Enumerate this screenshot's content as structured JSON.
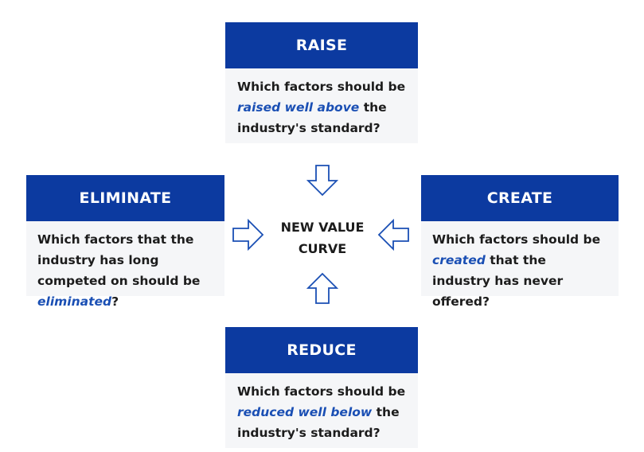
{
  "center": {
    "line1": "NEW VALUE",
    "line2": "CURVE"
  },
  "cards": {
    "raise": {
      "title": "RAISE",
      "pre": "Which factors should be",
      "highlight": "raised well above",
      "post": " the industry's standard?"
    },
    "eliminate": {
      "title": "ELIMINATE",
      "pre": "Which factors that the industry has long competed on should be ",
      "highlight": "eliminated",
      "post": "?"
    },
    "create": {
      "title": "CREATE",
      "pre": "Which factors should be",
      "highlight": "created",
      "post": " that the industry has never offered?"
    },
    "reduce": {
      "title": "REDUCE",
      "pre": "Which factors should be",
      "highlight": "reduced well below",
      "post": " the industry's standard?"
    }
  },
  "colors": {
    "header_bg": "#0c3aa0",
    "card_bg": "#f5f6f8",
    "highlight": "#1a4fb4",
    "arrow_stroke": "#1a4fb4"
  },
  "icons": {
    "top": "arrow-down-outline-icon",
    "left": "arrow-right-outline-icon",
    "right": "arrow-left-outline-icon",
    "bottom": "arrow-up-outline-icon"
  }
}
